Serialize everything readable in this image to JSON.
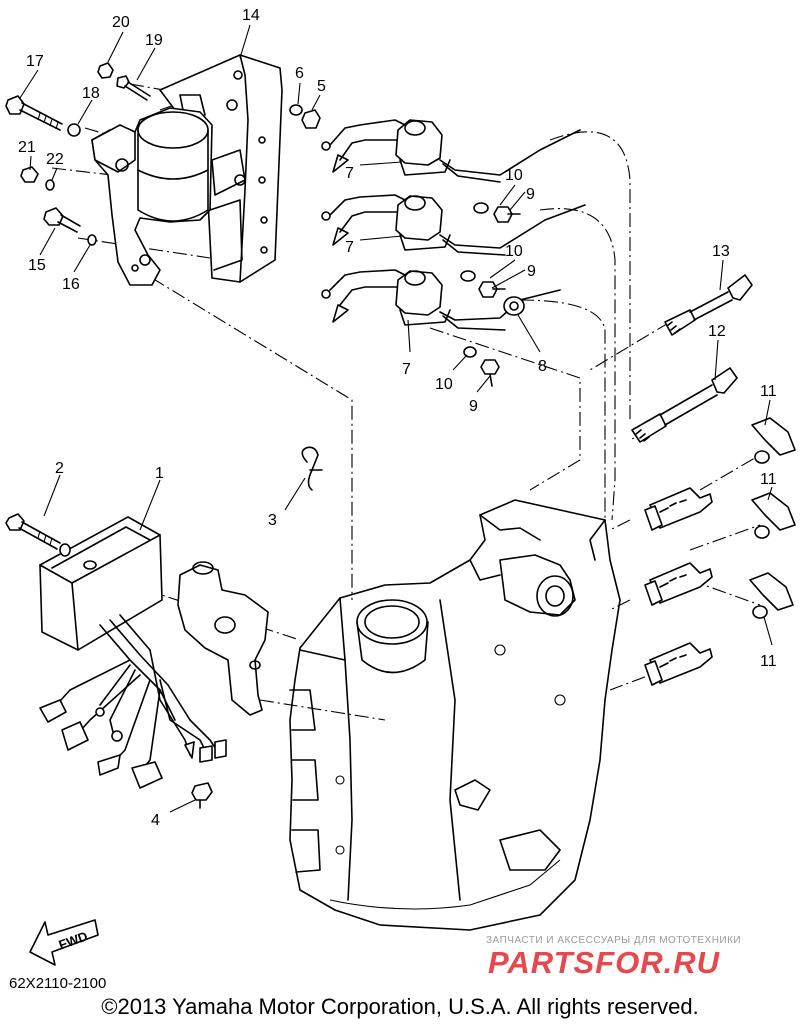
{
  "callouts": {
    "c1": "1",
    "c2": "2",
    "c3": "3",
    "c4": "4",
    "c5": "5",
    "c6": "6",
    "c7a": "7",
    "c7b": "7",
    "c7c": "7",
    "c8": "8",
    "c9a": "9",
    "c9b": "9",
    "c9c": "9",
    "c10a": "10",
    "c10b": "10",
    "c10c": "10",
    "c11a": "11",
    "c11b": "11",
    "c11c": "11",
    "c12": "12",
    "c13": "13",
    "c14": "14",
    "c15": "15",
    "c16": "16",
    "c17": "17",
    "c18": "18",
    "c19": "19",
    "c20": "20",
    "c21": "21",
    "c22": "22"
  },
  "fwd_label": "FWD",
  "diagram_code": "62X2110-2100",
  "copyright": "©2013 Yamaha Motor Corporation, U.S.A. All rights reserved.",
  "watermark": {
    "tagline": "ЗАПЧАСТИ И АКСЕССУАРЫ ДЛЯ МОТОТЕХНИКИ",
    "brand": "PARTSFOR.RU"
  },
  "colors": {
    "line": "#000000",
    "watermark_brand": "#e8474c",
    "watermark_tagline": "#9a9a9a",
    "background": "#ffffff"
  }
}
